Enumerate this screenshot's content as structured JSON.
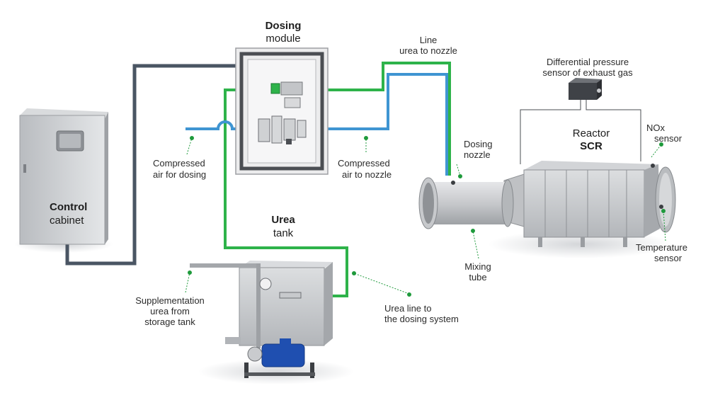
{
  "labels": {
    "dosing_module_title": "Dosing",
    "dosing_module_sub": "module",
    "line_urea_nozzle_1": "Line",
    "line_urea_nozzle_2": "urea to nozzle",
    "diff_pressure_1": "Differential pressure",
    "diff_pressure_2": "sensor of exhaust gas",
    "reactor_1": "Reactor",
    "reactor_2": "SCR",
    "nox_1": "NOx",
    "nox_2": "sensor",
    "dosing_nozzle_1": "Dosing",
    "dosing_nozzle_2": "nozzle",
    "comp_air_dosing_1": "Compressed",
    "comp_air_dosing_2": "air for dosing",
    "comp_air_nozzle_1": "Compressed",
    "comp_air_nozzle_2": "air to nozzle",
    "control_1": "Control",
    "control_2": "cabinet",
    "urea_tank_1": "Urea",
    "urea_tank_2": "tank",
    "mixing_1": "Mixing",
    "mixing_2": "tube",
    "temp_1": "Temperature",
    "temp_2": "sensor",
    "supp_1": "Supplementation",
    "supp_2": "urea from",
    "supp_3": "storage tank",
    "urea_line_1": "Urea line to",
    "urea_line_2": "the dosing system"
  },
  "colors": {
    "urea_line": "#2eb34a",
    "air_line": "#3f95d2",
    "cable": "#4a5563",
    "leader": "#1f9a3c",
    "metal": "#c9cbce",
    "motor": "#1f4fb0"
  }
}
